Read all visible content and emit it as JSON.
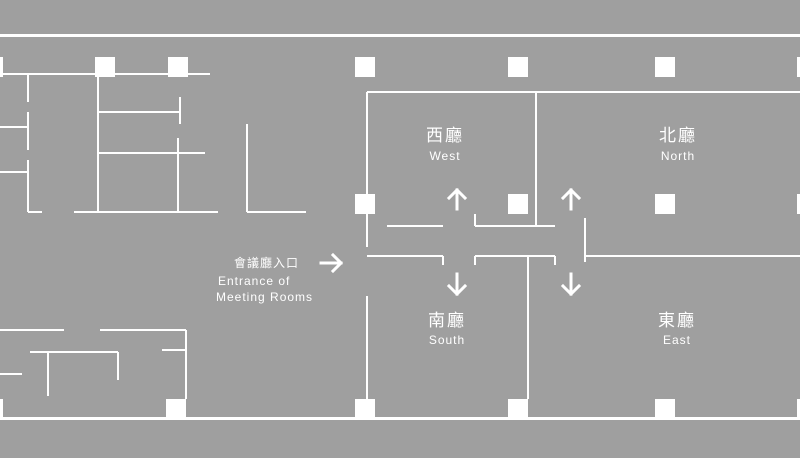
{
  "colors": {
    "background": "#9f9f9f",
    "lines": "#ffffff"
  },
  "entrance": {
    "label_zh": "會議廳入口",
    "label_en_1": "Entrance of",
    "label_en_2": "Meeting Rooms",
    "icon": "arrow-right-icon"
  },
  "halls": {
    "west": {
      "label_zh": "西廳",
      "label_en": "West",
      "icon": "arrow-up-icon"
    },
    "north": {
      "label_zh": "北廳",
      "label_en": "North",
      "icon": "arrow-up-icon"
    },
    "south": {
      "label_zh": "南廳",
      "label_en": "South",
      "icon": "arrow-down-icon"
    },
    "east": {
      "label_zh": "東廳",
      "label_en": "East",
      "icon": "arrow-down-icon"
    }
  }
}
